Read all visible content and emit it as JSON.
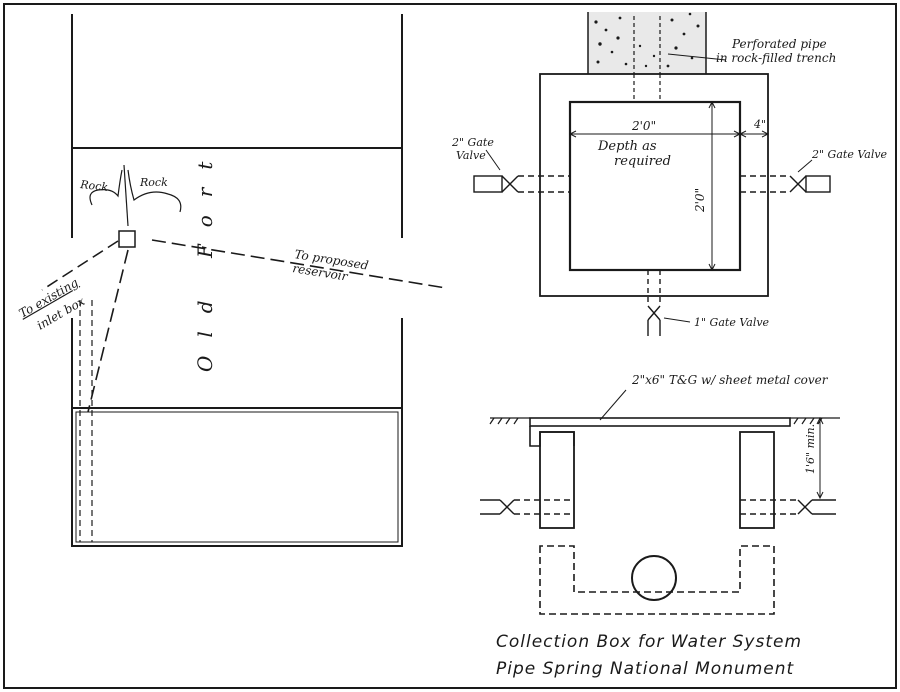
{
  "site_plan": {
    "rock_left": "Rock",
    "rock_right": "Rock",
    "to_reservoir_line1": "To proposed",
    "to_reservoir_line2": "reservoir",
    "to_inlet_line1": "To existing",
    "to_inlet_line2": "inlet box",
    "building_name": "Old Fort"
  },
  "plan_view": {
    "pipe_label_line1": "Perforated pipe",
    "pipe_label_line2": "in rock-filled trench",
    "width_dim": "2'0\"",
    "wall_dim": "4\"",
    "depth_line1": "Depth as",
    "depth_line2": "required",
    "height_dim": "2'0\"",
    "left_valve_line1": "2\" Gate",
    "left_valve_line2": "Valve",
    "right_valve": "2\" Gate Valve",
    "bottom_valve": "1\" Gate Valve"
  },
  "section_view": {
    "cover_label": "2\"x6\" T&G w/ sheet metal cover",
    "min_dim": "1'6\" min."
  },
  "caption": {
    "line1": "Collection Box for Water System",
    "line2": "Pipe Spring National Monument"
  }
}
